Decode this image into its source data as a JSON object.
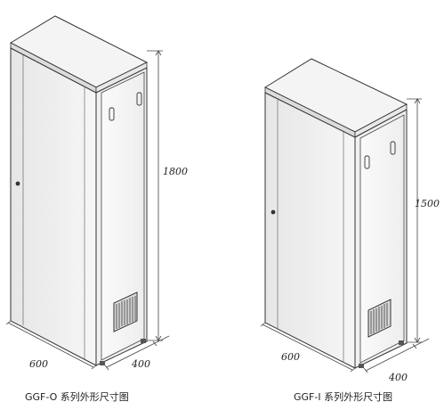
{
  "cabinet_left": {
    "height_label": "1800",
    "width_label": "600",
    "depth_label": "400",
    "caption": "GGF-O 系列外形尺寸图"
  },
  "cabinet_right": {
    "height_label": "1500",
    "width_label": "600",
    "depth_label": "400",
    "caption": "GGF-I 系列外形尺寸图"
  }
}
